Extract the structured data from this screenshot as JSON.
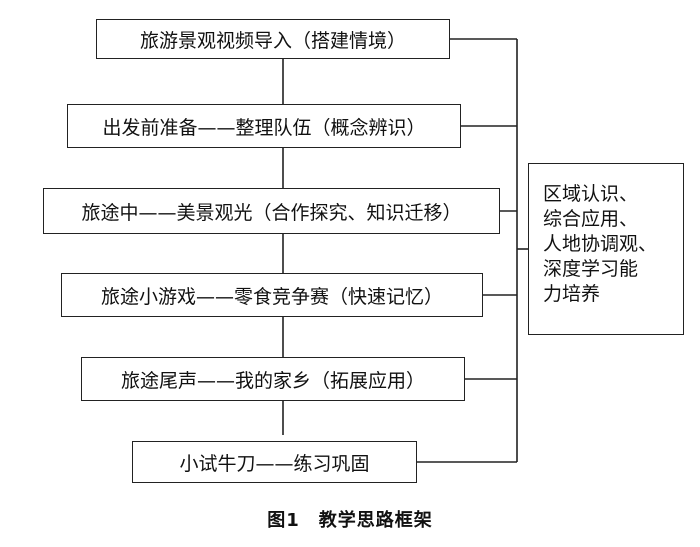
{
  "steps": [
    "旅游景观视频导入（搭建情境）",
    "出发前准备——整理队伍（概念辨识）",
    "旅途中——美景观光（合作探究、知识迁移）",
    "旅途小游戏——零食竞争赛（快速记忆）",
    "旅途尾声——我的家乡（拓展应用）",
    "小试牛刀——练习巩固"
  ],
  "outcome_lines": [
    "区域认识、",
    "综合应用、",
    "人地协调观、",
    "深度学习能",
    "力培养"
  ],
  "caption": "图1　教学思路框架"
}
